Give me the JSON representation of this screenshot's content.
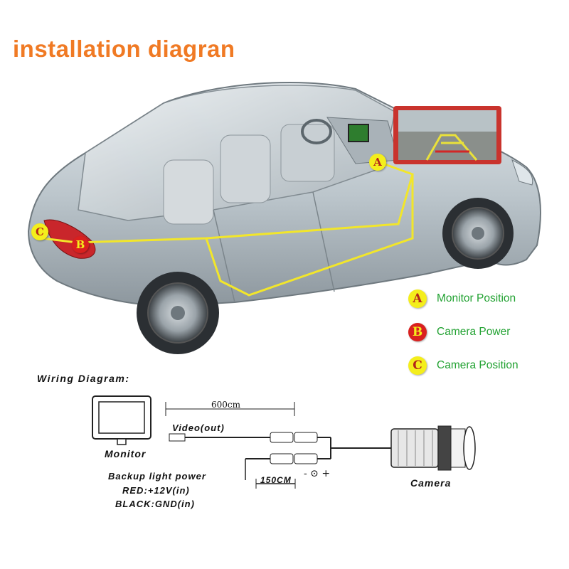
{
  "title": "installation diagran",
  "markers": {
    "a": "A",
    "b": "B",
    "c": "C"
  },
  "legend": [
    {
      "badge": "A",
      "text": "Monitor Position",
      "badge_color": "#f4ee1c"
    },
    {
      "badge": "B",
      "text": "Camera Power",
      "badge_color": "#d9201f"
    },
    {
      "badge": "C",
      "text": "Camera Position",
      "badge_color": "#f4ee1c"
    }
  ],
  "wiring": {
    "title": "Wiring Diagram:",
    "monitor_label": "Monitor",
    "distance_label": "600cm",
    "video_label": "Video(out)",
    "backup_label": "Backup light power",
    "red_label": "RED:+12V(in)",
    "black_label": "BLACK:GND(in)",
    "cable_label": "150CM",
    "polarity_label": "- ⊙ +",
    "camera_label": "Camera"
  },
  "colors": {
    "title": "#f07a24",
    "legend_text": "#22a232",
    "wire_path": "#f2e62a",
    "car_body": "#b9c3c9",
    "monitor_frame": "#c9332d"
  }
}
